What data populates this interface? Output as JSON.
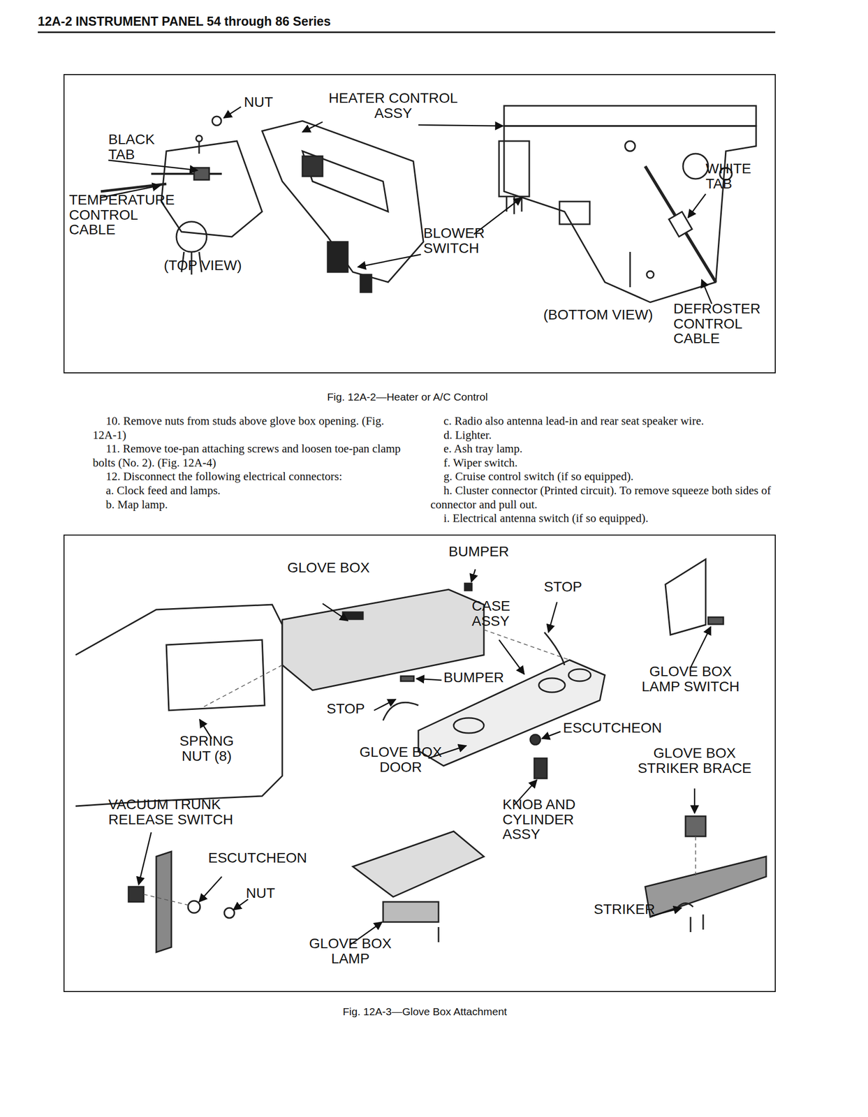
{
  "diagram": {
    "title": "12A-2 INSTRUMENT PANEL 54 through 86 Series",
    "labels": [
      "10. Remove nuts from studs above glove box opening. (Fig. 12A-1)",
      "11. Remove toe-pan attaching screws and loosen toe-pan clamp bolts (No. 2). (Fig. 12A-4)",
      "12. Disconnect the following electrical connectors:",
      "a. Clock feed and lamps.",
      "b. Map lamp.",
      "c. Radio also antenna lead-in and rear seat speaker wire.",
      "d. Lighter.",
      "e. Ash tray lamp.",
      "f. Wiper switch.",
      "g. Cruise control switch (if so equipped).",
      "h. Cluster connector (Printed circuit). To remove squeeze both sides of connector and pull out.",
      "i. Electrical antenna switch (if so equipped).",
      "NUT",
      "HEATER CONTROL ASSY",
      "BLACK TAB",
      "TEMPERATURE CONTROL CABLE",
      "BLOWER SWITCH",
      "WHITE TAB",
      "(TOP VIEW)",
      "(BOTTOM VIEW)",
      "DEFROSTER CONTROL CABLE",
      "Fig. 12A-2—Heater or A/C Control",
      "GLOVE BOX",
      "BUMPER",
      "CASE ASSY",
      "STOP",
      "BUMPER",
      "GLOVE BOX LAMP SWITCH",
      "STOP",
      "ESCUTCHEON",
      "SPRING NUT (8)",
      "GLOVE BOX DOOR",
      "GLOVE BOX STRIKER BRACE",
      "VACUUM TRUNK RELEASE SWITCH",
      "KNOB AND CYLINDER ASSY",
      "ESCUTCHEON",
      "NUT",
      "GLOVE BOX LAMP",
      "STRIKER",
      "Fig. 12A-3—Glove Box Attachment"
    ]
  }
}
